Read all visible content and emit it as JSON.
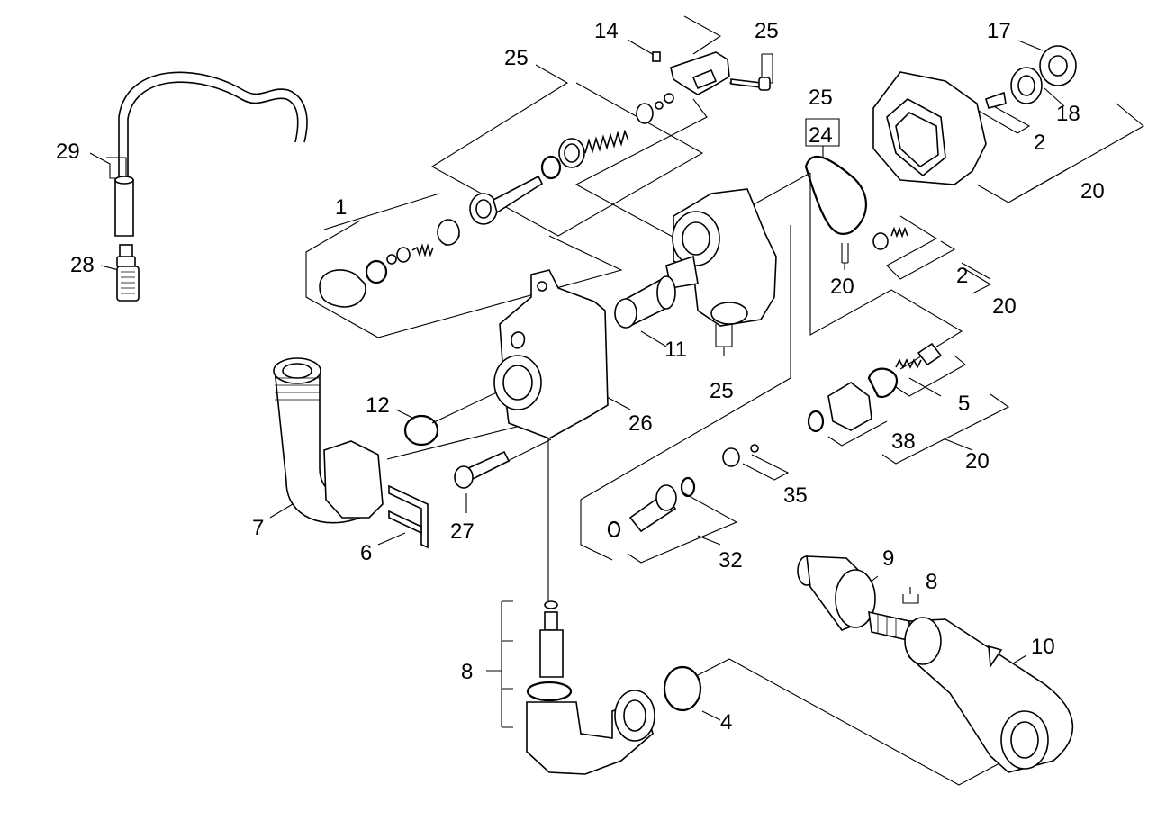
{
  "callouts": [
    {
      "id": "c25a",
      "text": "25"
    },
    {
      "id": "c14",
      "text": "14"
    },
    {
      "id": "c25b",
      "text": "25"
    },
    {
      "id": "c17",
      "text": "17"
    },
    {
      "id": "c18",
      "text": "18"
    },
    {
      "id": "c2a",
      "text": "2"
    },
    {
      "id": "c20a",
      "text": "20"
    },
    {
      "id": "c25c",
      "text": "25"
    },
    {
      "id": "c24",
      "text": "24"
    },
    {
      "id": "c20b",
      "text": "20"
    },
    {
      "id": "c2b",
      "text": "2"
    },
    {
      "id": "c20c",
      "text": "20"
    },
    {
      "id": "c29",
      "text": "29"
    },
    {
      "id": "c28",
      "text": "28"
    },
    {
      "id": "c1",
      "text": "1"
    },
    {
      "id": "c11",
      "text": "11"
    },
    {
      "id": "c25d",
      "text": "25"
    },
    {
      "id": "c12",
      "text": "12"
    },
    {
      "id": "c26",
      "text": "26"
    },
    {
      "id": "c5",
      "text": "5"
    },
    {
      "id": "c38",
      "text": "38"
    },
    {
      "id": "c20d",
      "text": "20"
    },
    {
      "id": "c7",
      "text": "7"
    },
    {
      "id": "c27",
      "text": "27"
    },
    {
      "id": "c6",
      "text": "6"
    },
    {
      "id": "c35",
      "text": "35"
    },
    {
      "id": "c32",
      "text": "32"
    },
    {
      "id": "c9",
      "text": "9"
    },
    {
      "id": "c8a",
      "text": "8"
    },
    {
      "id": "c10",
      "text": "10"
    },
    {
      "id": "c8b",
      "text": "8"
    },
    {
      "id": "c4",
      "text": "4"
    }
  ]
}
